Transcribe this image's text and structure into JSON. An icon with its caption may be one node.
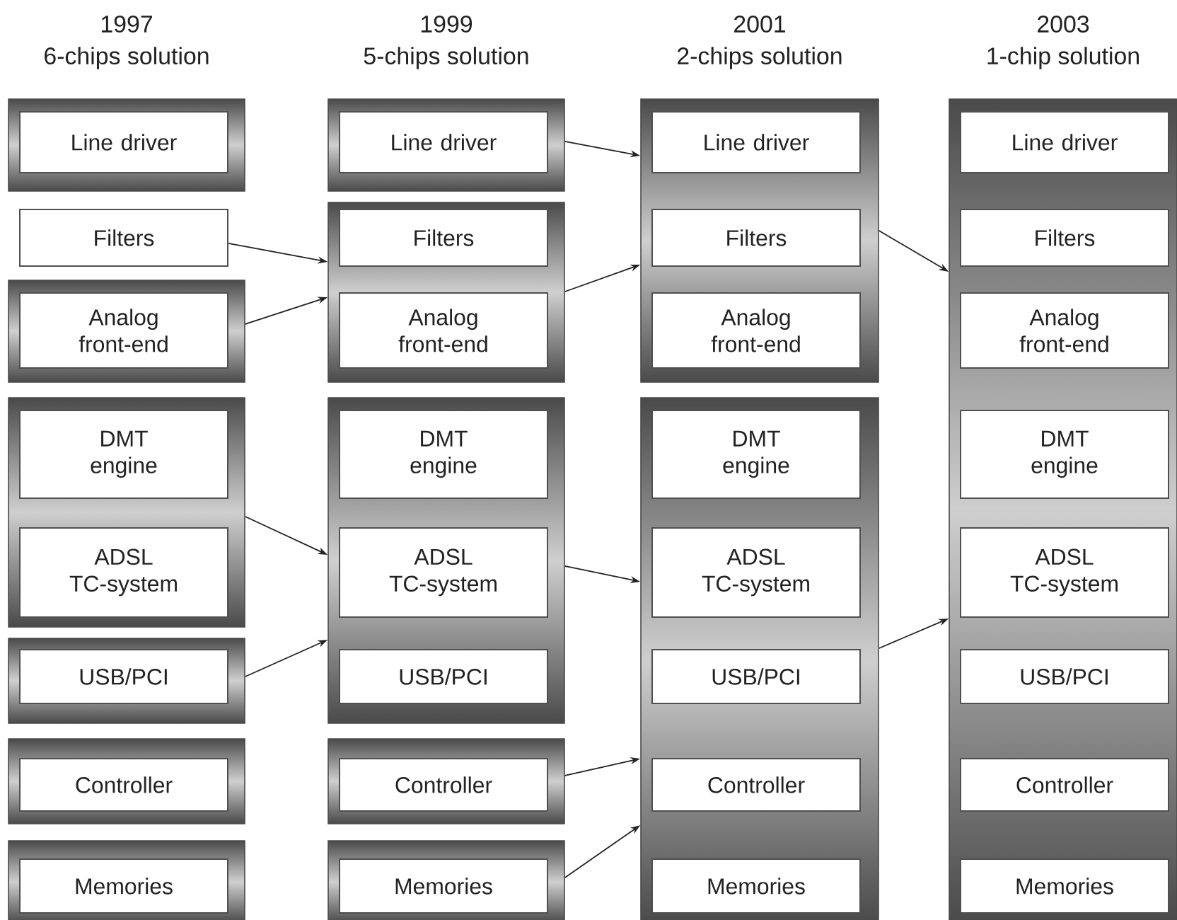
{
  "diagram": {
    "nodes": [
      {
        "text": [],
        "shape": "box"
      },
      {
        "text": [
          "Line driver"
        ],
        "in": 0
      },
      {
        "text": [
          "Filters"
        ]
      },
      {
        "text": [],
        "shape": "box"
      },
      {
        "text": [
          "Analog front-end"
        ],
        "in": 3
      },
      {
        "text": [],
        "shape": "box"
      },
      {
        "text": [
          "DMT engine"
        ],
        "in": 5
      },
      {
        "text": [
          "ADSL TC-system"
        ],
        "in": 5
      },
      {
        "text": [],
        "shape": "box"
      },
      {
        "text": [
          "USB/PCI"
        ],
        "in": 8
      },
      {
        "text": [],
        "shape": "box"
      },
      {
        "text": [
          "Controller"
        ],
        "in": 10
      },
      {
        "text": [],
        "shape": "box"
      },
      {
        "text": [
          "Memories"
        ],
        "in": 12
      },
      {
        "text": [],
        "shape": "box"
      },
      {
        "text": [
          "Line driver"
        ],
        "in": 14
      },
      {
        "text": [],
        "shape": "box"
      },
      {
        "text": [
          "Filters"
        ],
        "in": 16
      },
      {
        "text": [
          "Analog front-end"
        ],
        "in": 16
      },
      {
        "text": [],
        "shape": "box"
      },
      {
        "text": [
          "DMT engine"
        ],
        "in": 19
      },
      {
        "text": [
          "ADSL TC-system"
        ],
        "in": 19
      },
      {
        "text": [
          "USB/PCI"
        ],
        "in": 19
      },
      {
        "text": [],
        "shape": "box"
      },
      {
        "text": [
          "Controller"
        ],
        "in": 23
      },
      {
        "text": [],
        "shape": "box"
      },
      {
        "text": [
          "Memories"
        ],
        "in": 25
      },
      {
        "text": [],
        "shape": "box"
      },
      {
        "text": [
          "Line driver"
        ],
        "in": 27
      },
      {
        "text": [
          "Filters"
        ],
        "in": 27
      },
      {
        "text": [
          "Analog front-end"
        ],
        "in": 27
      },
      {
        "text": [],
        "shape": "box"
      },
      {
        "text": [
          "DMT engine"
        ],
        "in": 31
      },
      {
        "text": [
          "ADSL TC-system"
        ],
        "in": 31
      },
      {
        "text": [
          "USB/PCI"
        ],
        "in": 31
      },
      {
        "text": [
          "Controller"
        ],
        "in": 31
      },
      {
        "text": [
          "Memories"
        ],
        "in": 31
      },
      {
        "text": [],
        "shape": "box"
      },
      {
        "text": [
          "Line driver"
        ],
        "in": 37
      },
      {
        "text": [
          "Filters"
        ],
        "in": 37
      },
      {
        "text": [
          "Analog front-end"
        ],
        "in": 37
      },
      {
        "text": [
          "DMT engine"
        ],
        "in": 37
      },
      {
        "text": [
          "ADSL TC-system"
        ],
        "in": 37
      },
      {
        "text": [
          "USB/PCI"
        ],
        "in": 37
      },
      {
        "text": [
          "Controller"
        ],
        "in": 37
      },
      {
        "text": [
          "Memories"
        ],
        "in": 37
      }
    ],
    "edges": [
      {
        "from": 2,
        "to": 16,
        "arrow": "to"
      },
      {
        "from": 3,
        "to": 16,
        "arrow": "to"
      },
      {
        "from": 5,
        "to": 19,
        "arrow": "to"
      },
      {
        "from": 8,
        "to": 19,
        "arrow": "to"
      },
      {
        "from": 14,
        "to": 27,
        "arrow": "to"
      },
      {
        "from": 16,
        "to": 27,
        "arrow": "to"
      },
      {
        "from": 19,
        "to": 31,
        "arrow": "to"
      },
      {
        "from": 23,
        "to": 31,
        "arrow": "to"
      },
      {
        "from": 25,
        "to": 31,
        "arrow": "to"
      },
      {
        "from": 27,
        "to": 37,
        "arrow": "to"
      },
      {
        "from": 31,
        "to": 37,
        "arrow": "to"
      }
    ],
    "labels": [
      "1997",
      "6-chips solution",
      "1999",
      "5-chips solution",
      "2001",
      "2-chips solution",
      "2003",
      "1-chip solution"
    ]
  }
}
